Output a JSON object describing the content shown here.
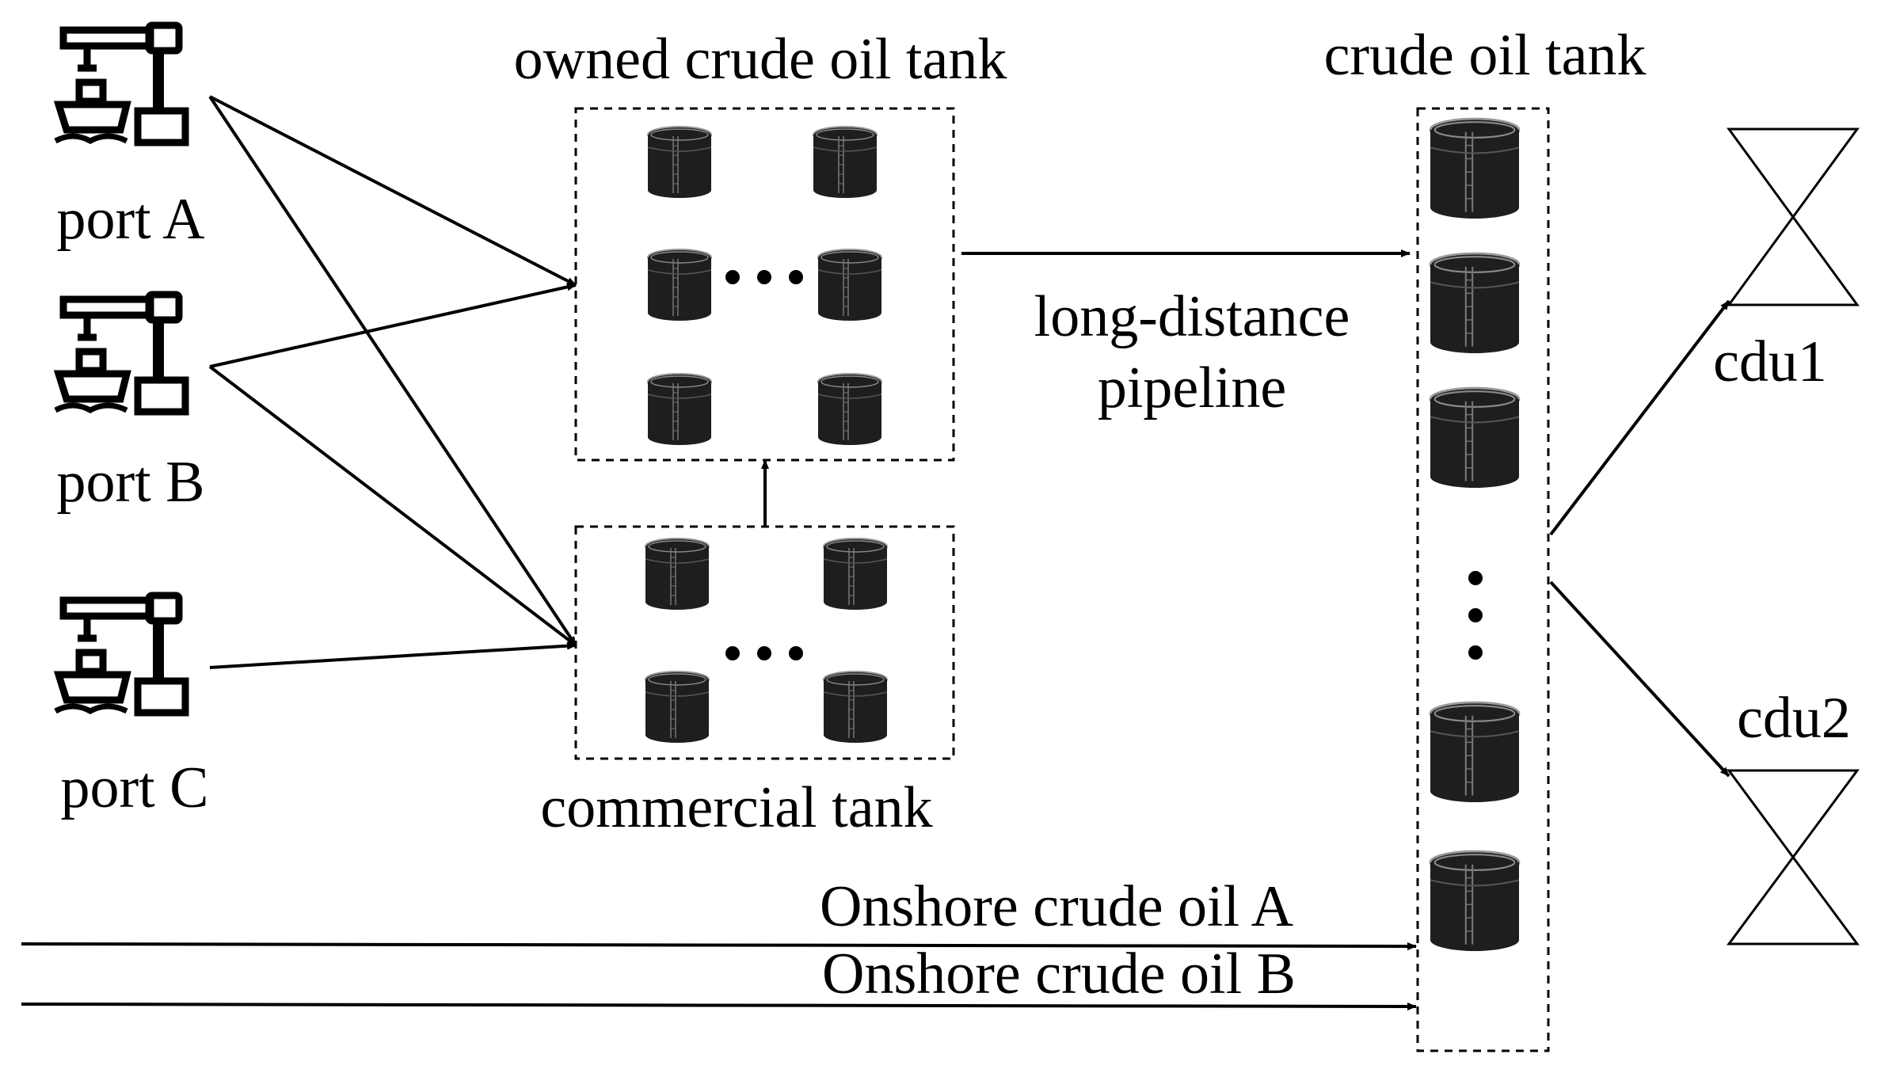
{
  "labels": {
    "port_a": "port A",
    "port_b": "port B",
    "port_c": "port C",
    "owned_tank": "owned crude oil tank",
    "commercial_tank": "commercial tank",
    "crude_oil_tank": "crude oil tank",
    "pipeline_line1": "long-distance",
    "pipeline_line2": "pipeline",
    "cdu1": "cdu1",
    "cdu2": "cdu2",
    "onshore_a": "Onshore crude oil A",
    "onshore_b": "Onshore crude oil B"
  },
  "icons": {
    "port": "port-crane-ship-icon",
    "tank": "oil-storage-tank-icon",
    "cdu": "hourglass-valve-icon"
  },
  "colors": {
    "stroke": "#000000",
    "tank_fill": "#1e1e1e",
    "tank_rim": "#9a9a9a",
    "background": "#ffffff"
  }
}
